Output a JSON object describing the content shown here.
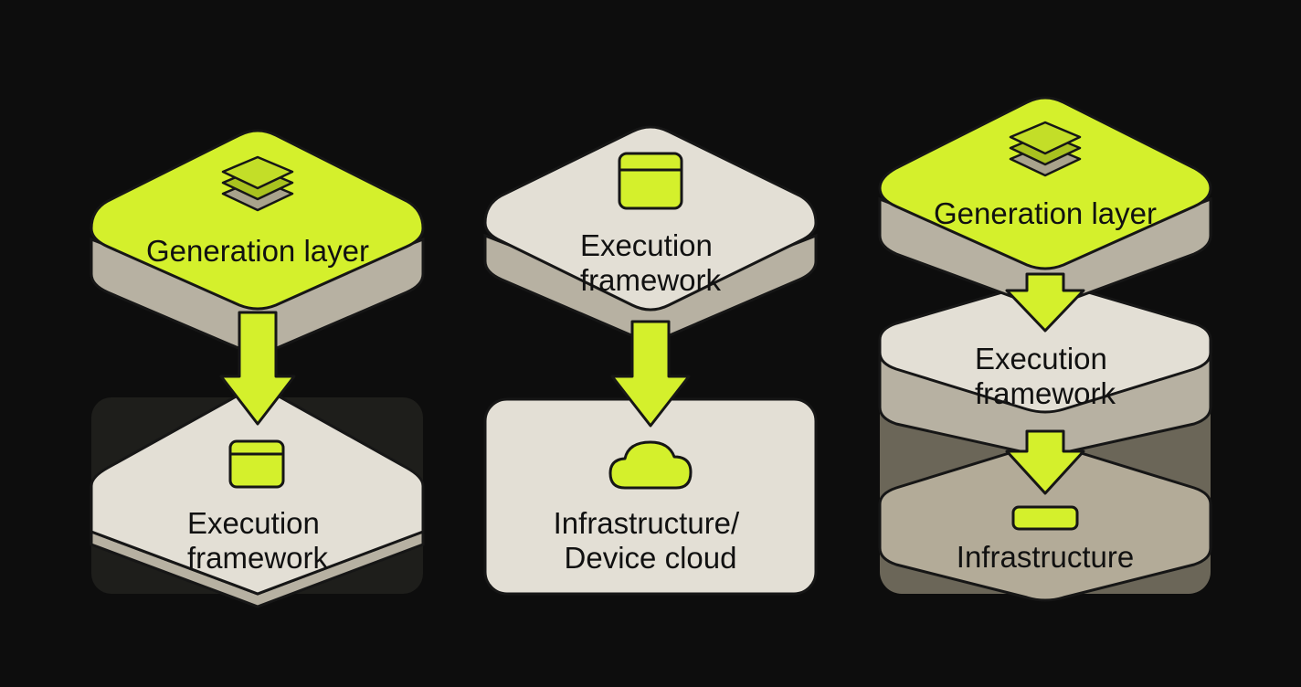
{
  "colors": {
    "background": "#0d0d0d",
    "lime": "#d4f02c",
    "lime_dark": "#a9c21f",
    "beige": "#e3dfd5",
    "beige_side": "#b7b1a2",
    "taupe": "#b3ab98",
    "stroke": "#161616"
  },
  "diagrams": [
    {
      "blocks": [
        {
          "label": "Generation layer",
          "icon": "layers-icon",
          "color": "lime"
        },
        {
          "label": "Execution\nframework",
          "icon": "window-icon",
          "color": "beige"
        }
      ]
    },
    {
      "blocks": [
        {
          "label": "Execution\nframework",
          "icon": "window-icon",
          "color": "beige"
        },
        {
          "label": "Infrastructure/\nDevice cloud",
          "icon": "cloud-icon",
          "color": "beige"
        }
      ]
    },
    {
      "blocks": [
        {
          "label": "Generation layer",
          "icon": "layers-icon",
          "color": "lime"
        },
        {
          "label": "Execution\nframework",
          "icon": "",
          "color": "beige"
        },
        {
          "label": "Infrastructure",
          "icon": "server-bar-icon",
          "color": "taupe"
        }
      ]
    }
  ]
}
